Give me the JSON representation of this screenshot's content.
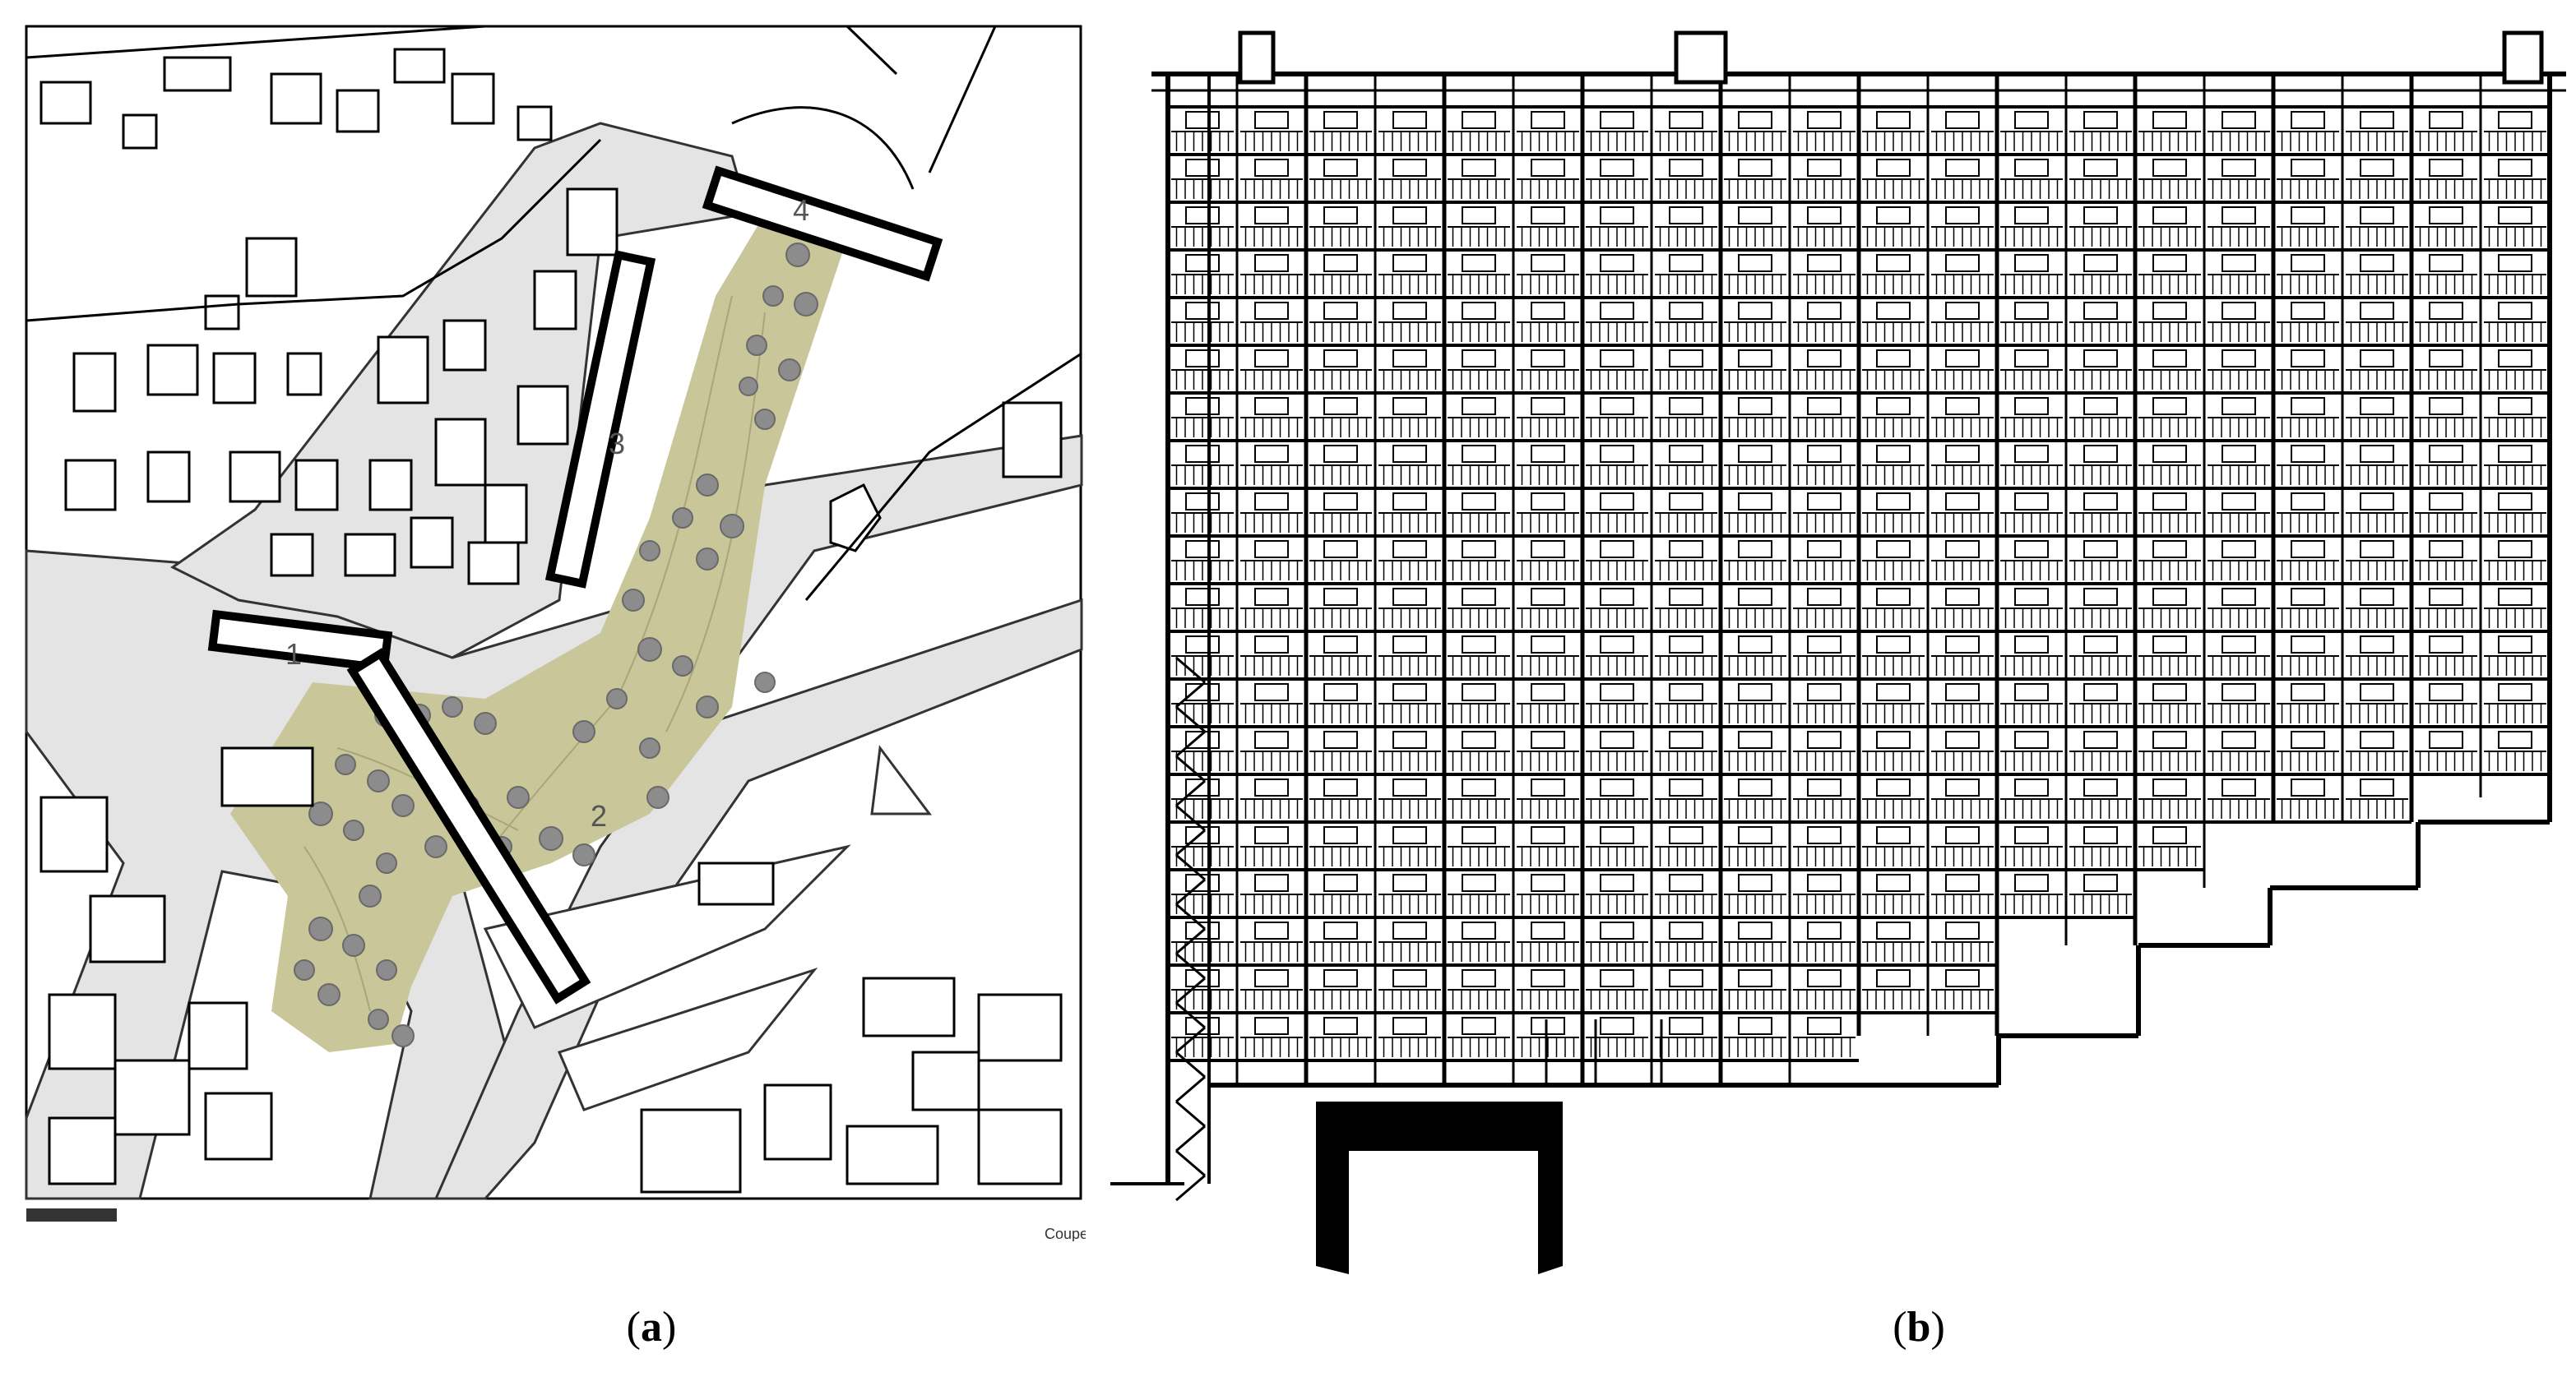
{
  "panel_a": {
    "caption_open": "(",
    "caption_letter": "a",
    "caption_close": ")",
    "building_labels": [
      "1",
      "2",
      "3",
      "4"
    ],
    "section_label": "CoupeAA",
    "colors": {
      "park": "#c9c79a",
      "road": "#e4e4e4",
      "tree": "#8c8c8c",
      "outline": "#000000"
    }
  },
  "panel_b": {
    "caption_open": "(",
    "caption_letter": "b",
    "caption_close": ")",
    "colors": {
      "line": "#000000",
      "background": "#ffffff"
    }
  }
}
